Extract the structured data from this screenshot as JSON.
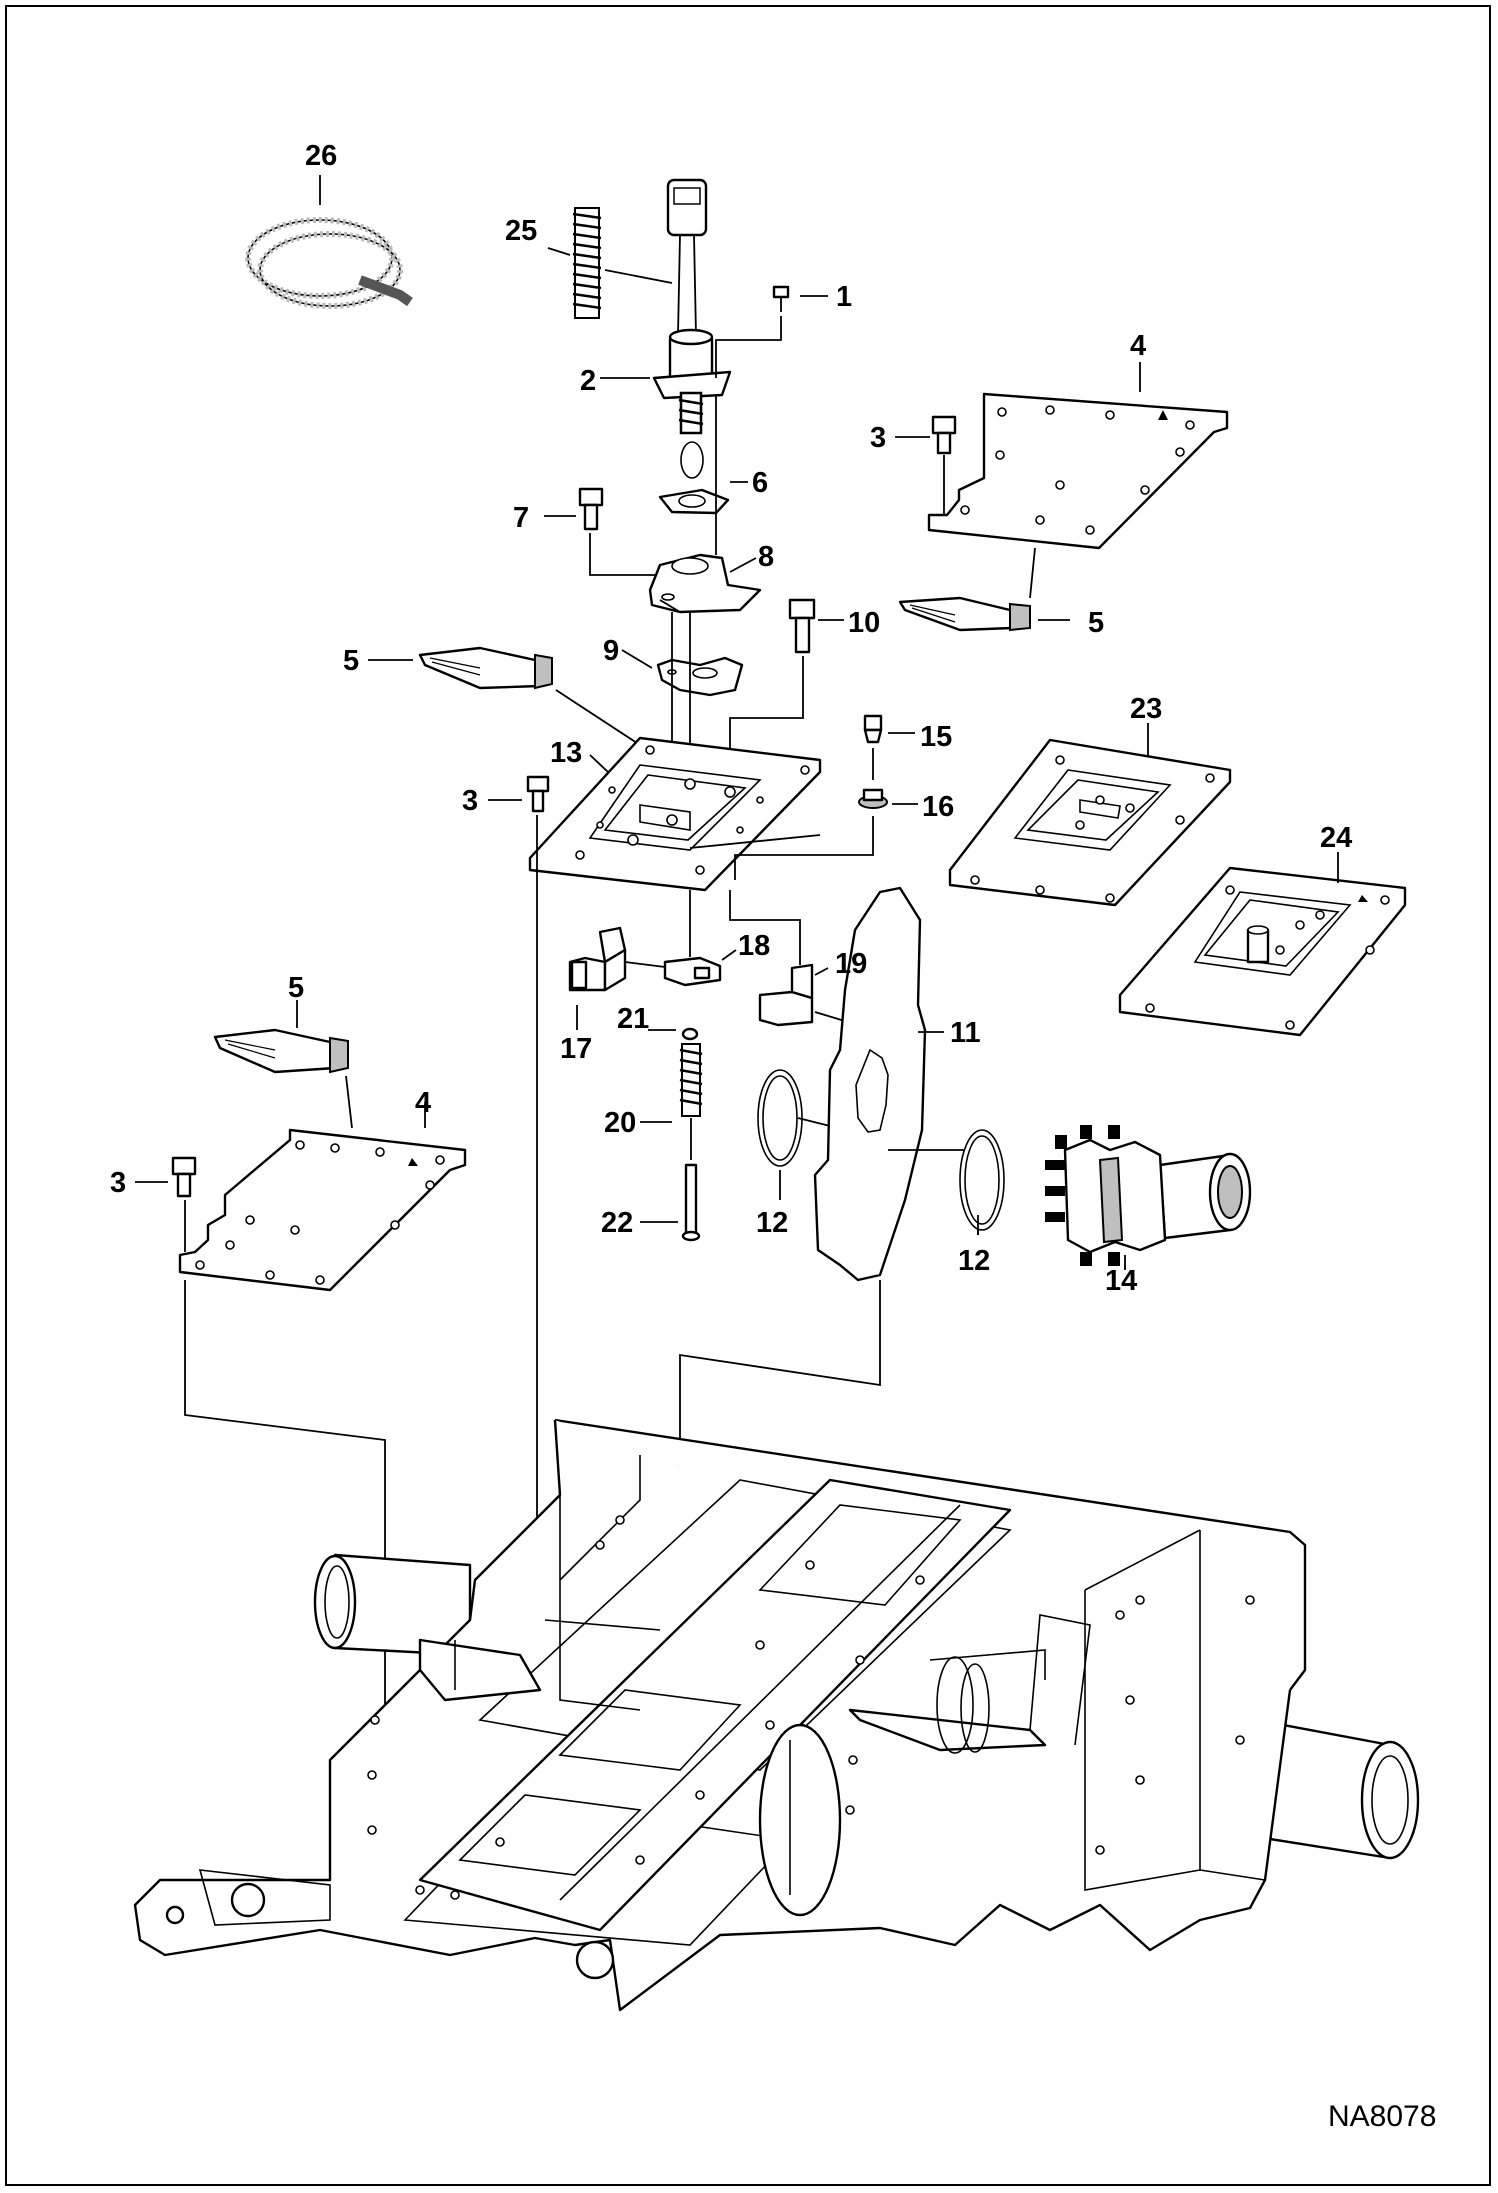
{
  "diagram": {
    "reference_code": "NA8078",
    "callouts": [
      "1",
      "2",
      "3",
      "3",
      "3",
      "4",
      "4",
      "5",
      "5",
      "5",
      "6",
      "7",
      "8",
      "9",
      "10",
      "11",
      "12",
      "12",
      "13",
      "14",
      "15",
      "16",
      "17",
      "18",
      "19",
      "20",
      "21",
      "22",
      "23",
      "24",
      "25",
      "26"
    ],
    "labels": [
      {
        "id": "c1",
        "text": "1"
      },
      {
        "id": "c2",
        "text": "2"
      },
      {
        "id": "c3a",
        "text": "3"
      },
      {
        "id": "c3b",
        "text": "3"
      },
      {
        "id": "c3c",
        "text": "3"
      },
      {
        "id": "c4a",
        "text": "4"
      },
      {
        "id": "c4b",
        "text": "4"
      },
      {
        "id": "c5a",
        "text": "5"
      },
      {
        "id": "c5b",
        "text": "5"
      },
      {
        "id": "c5c",
        "text": "5"
      },
      {
        "id": "c6",
        "text": "6"
      },
      {
        "id": "c7",
        "text": "7"
      },
      {
        "id": "c8",
        "text": "8"
      },
      {
        "id": "c9",
        "text": "9"
      },
      {
        "id": "c10",
        "text": "10"
      },
      {
        "id": "c11",
        "text": "11"
      },
      {
        "id": "c12a",
        "text": "12"
      },
      {
        "id": "c12b",
        "text": "12"
      },
      {
        "id": "c13",
        "text": "13"
      },
      {
        "id": "c14",
        "text": "14"
      },
      {
        "id": "c15",
        "text": "15"
      },
      {
        "id": "c16",
        "text": "16"
      },
      {
        "id": "c17",
        "text": "17"
      },
      {
        "id": "c18",
        "text": "18"
      },
      {
        "id": "c19",
        "text": "19"
      },
      {
        "id": "c20",
        "text": "20"
      },
      {
        "id": "c21",
        "text": "21"
      },
      {
        "id": "c22",
        "text": "22"
      },
      {
        "id": "c23",
        "text": "23"
      },
      {
        "id": "c24",
        "text": "24"
      },
      {
        "id": "c25",
        "text": "25"
      },
      {
        "id": "c26",
        "text": "26"
      }
    ]
  }
}
